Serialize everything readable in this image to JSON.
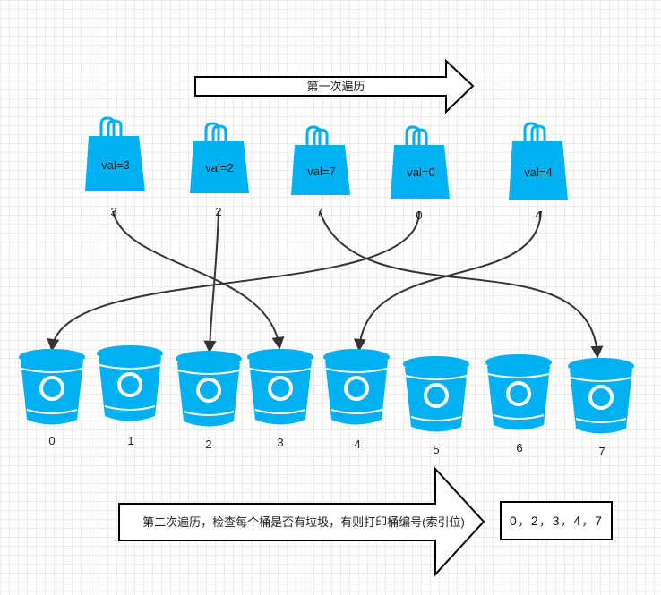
{
  "top_arrow": {
    "label": "第一次遍历"
  },
  "bags": [
    {
      "label": "val=3",
      "number": "3"
    },
    {
      "label": "val=2",
      "number": "2"
    },
    {
      "label": "val=7",
      "number": "7"
    },
    {
      "label": "val=0",
      "number": "0"
    },
    {
      "label": "val=4",
      "number": "4"
    }
  ],
  "buckets": [
    {
      "index": "0"
    },
    {
      "index": "1"
    },
    {
      "index": "2"
    },
    {
      "index": "3"
    },
    {
      "index": "4"
    },
    {
      "index": "5"
    },
    {
      "index": "6"
    },
    {
      "index": "7"
    }
  ],
  "bottom_arrow": {
    "label": "第二次遍历，检查每个桶是否有垃圾，有则打印桶编号(索引位)"
  },
  "result": {
    "text": "0，2，3，4，7"
  },
  "colors": {
    "accent": "#00b0f0",
    "line": "#333333"
  }
}
